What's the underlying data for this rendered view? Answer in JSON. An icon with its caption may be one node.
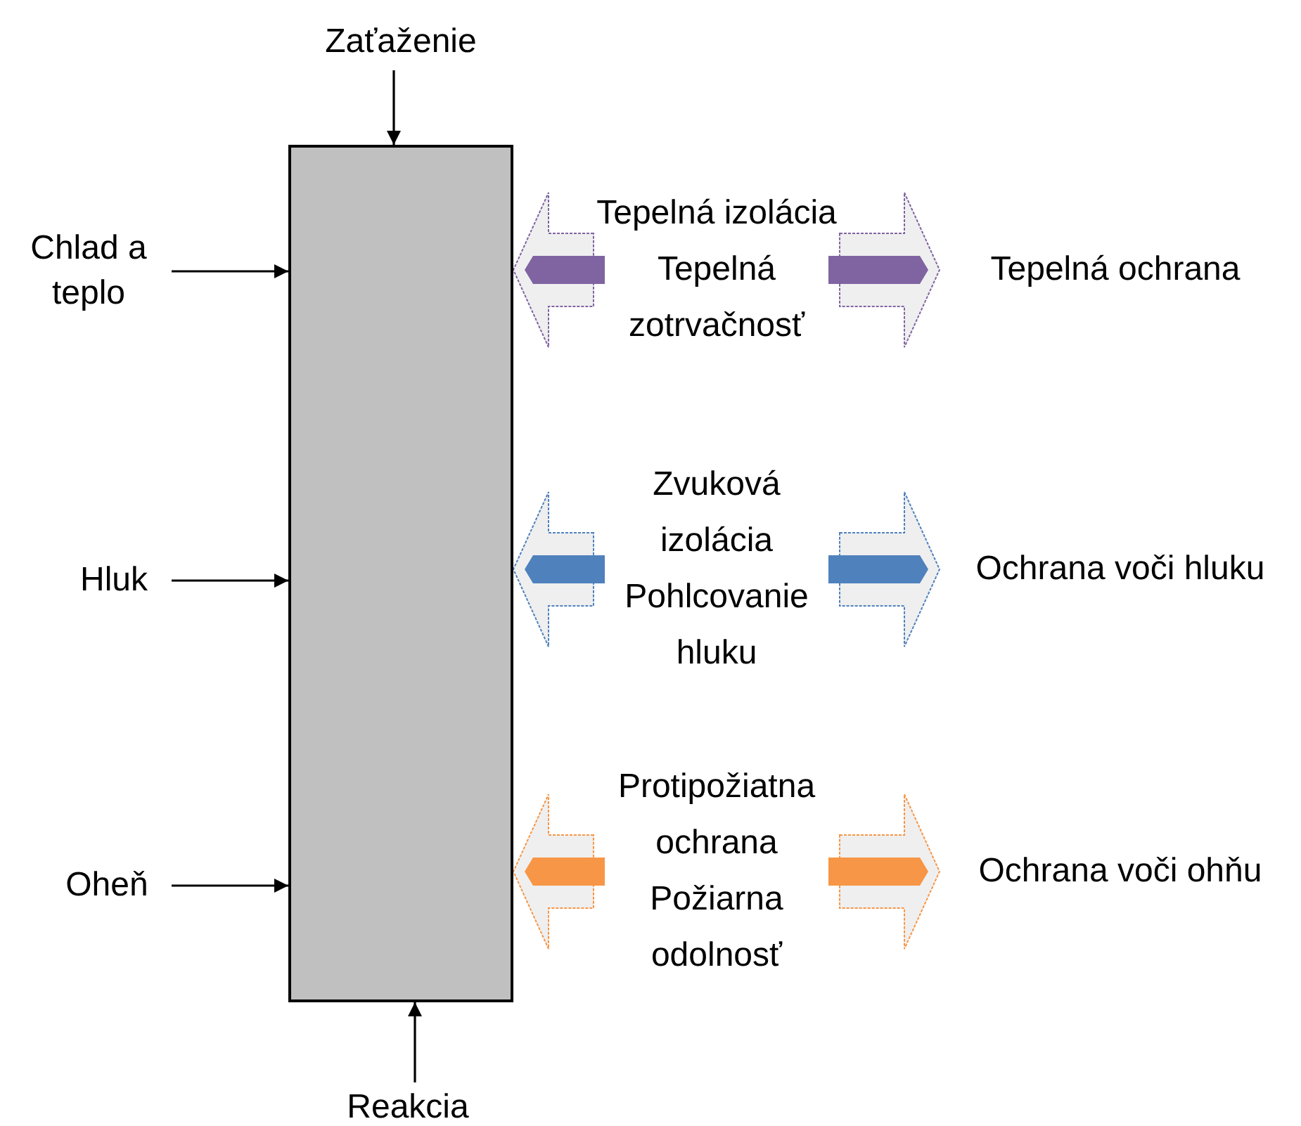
{
  "diagram": {
    "nodes": [
      {
        "text": [],
        "shape": "box"
      },
      {
        "text": [
          "Zaťaženie"
        ]
      },
      {
        "text": [
          "Chlad a teplo"
        ]
      },
      {
        "text": [
          "Hluk"
        ]
      },
      {
        "text": [
          "Oheň"
        ]
      },
      {
        "text": [
          "Reakcia"
        ]
      },
      {
        "text": [
          "Tepelná izolácia",
          "Tepelná zotrvačnosť"
        ]
      },
      {
        "text": [
          "Tepelná ochrana"
        ]
      },
      {
        "text": [
          "Zvuková izolácia",
          "Pohlcovanie hluku"
        ]
      },
      {
        "text": [
          "Ochrana voči hluku"
        ]
      },
      {
        "text": [
          "Protipožiatna ochrana",
          "Požiarna odolnosť"
        ]
      },
      {
        "text": [
          "Ochrana voči ohňu"
        ]
      }
    ],
    "edges": [
      {
        "from": 1,
        "to": 0,
        "arrow": "to"
      },
      {
        "from": 2,
        "to": 0,
        "arrow": "to"
      },
      {
        "from": 3,
        "to": 0,
        "arrow": "to"
      },
      {
        "from": 4,
        "to": 0,
        "arrow": "to"
      },
      {
        "from": 5,
        "to": 0,
        "arrow": "to"
      },
      {
        "from": 6,
        "to": 0,
        "arrow": "to",
        "style": "thick",
        "color": "#8064a2"
      },
      {
        "from": 6,
        "to": 7,
        "arrow": "to",
        "style": "thick",
        "color": "#8064a2"
      },
      {
        "from": 8,
        "to": 0,
        "arrow": "to",
        "style": "thick",
        "color": "#4f81bd"
      },
      {
        "from": 8,
        "to": 9,
        "arrow": "to",
        "style": "thick",
        "color": "#4f81bd"
      },
      {
        "from": 10,
        "to": 0,
        "arrow": "to",
        "style": "thick",
        "color": "#f79646"
      },
      {
        "from": 10,
        "to": 11,
        "arrow": "to",
        "style": "thick",
        "color": "#f79646"
      }
    ]
  }
}
